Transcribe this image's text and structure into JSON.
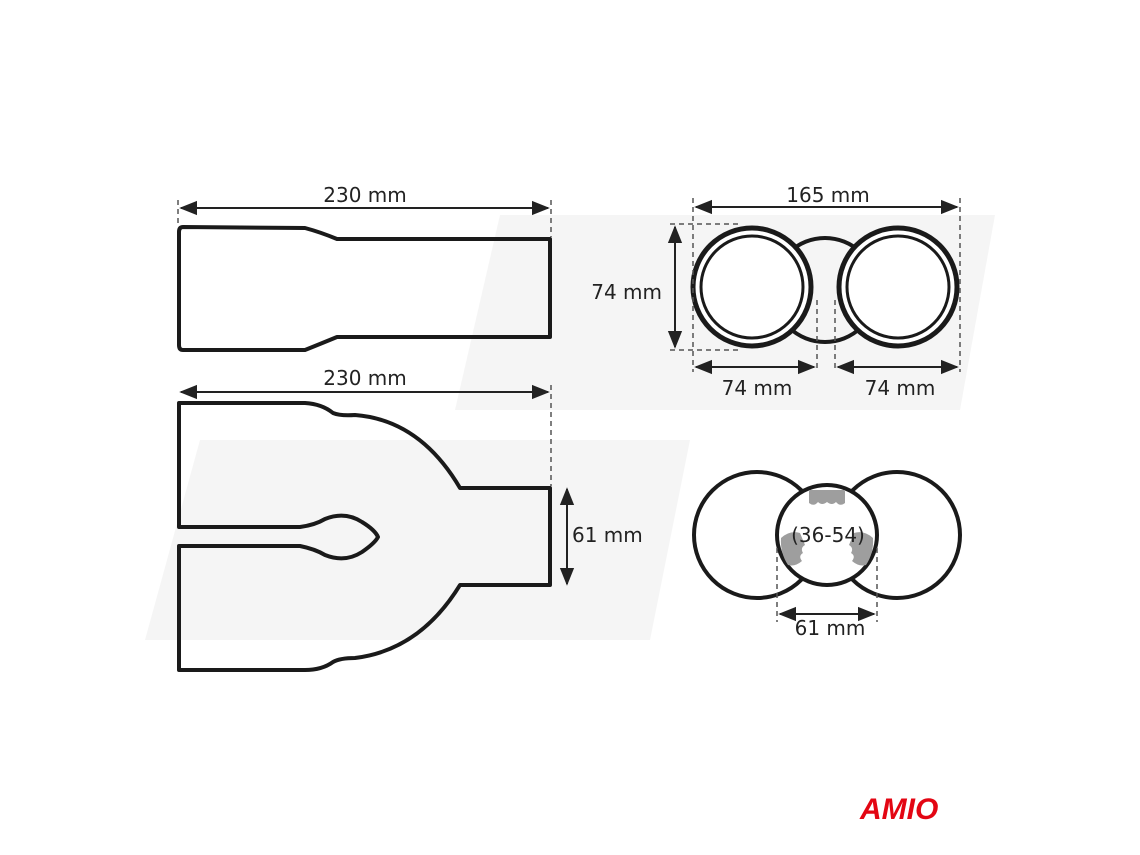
{
  "side_view": {
    "length_label": "230 mm"
  },
  "top_view": {
    "length_label": "230 mm",
    "inlet_label": "61 mm"
  },
  "front_view": {
    "width_label": "165 mm",
    "height_label": "74 mm",
    "left_pipe_label": "74 mm",
    "right_pipe_label": "74 mm"
  },
  "rear_view": {
    "clamp_range_label": "(36-54)",
    "inlet_label": "61 mm"
  },
  "logo": {
    "text": "AMIO",
    "color": "#e30613"
  },
  "colors": {
    "line": "#1a1a1a",
    "clamp": "#9e9e9e",
    "watermark": "#f4f4f4"
  }
}
